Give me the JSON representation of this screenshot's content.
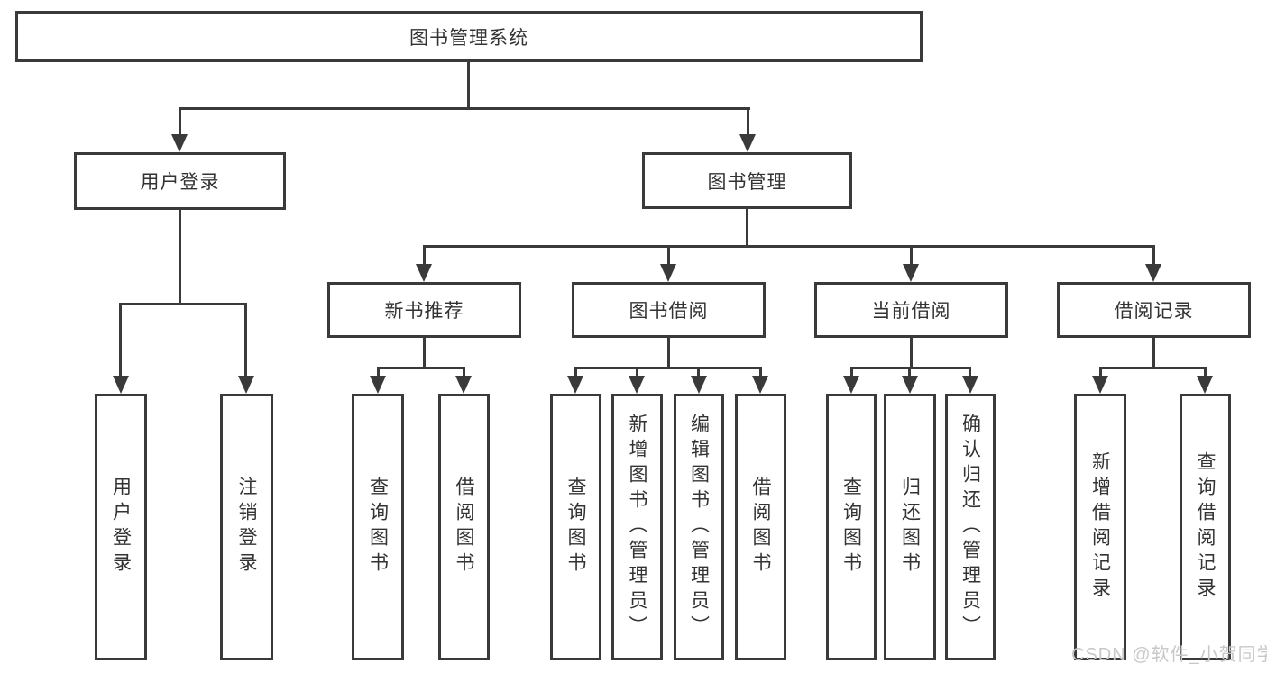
{
  "tree": {
    "root": "图书管理系统",
    "children": [
      {
        "label": "用户登录",
        "children": [
          "用户登录",
          "注销登录"
        ]
      },
      {
        "label": "图书管理",
        "children": [
          {
            "label": "新书推荐",
            "children": [
              "查询图书",
              "借阅图书"
            ]
          },
          {
            "label": "图书借阅",
            "children": [
              "查询图书",
              "新增图书（管理员）",
              "编辑图书（管理员）",
              "借阅图书"
            ]
          },
          {
            "label": "当前借阅",
            "children": [
              "查询图书",
              "归还图书",
              "确认归还（管理员）"
            ]
          },
          {
            "label": "借阅记录",
            "children": [
              "新增借阅记录",
              "查询借阅记录"
            ]
          }
        ]
      }
    ]
  },
  "watermark": "CSDN @软件_小贺同学",
  "colors": {
    "line": "#3a3a3a",
    "text": "#333333",
    "watermark": "#c8c8c8",
    "background": "#ffffff"
  }
}
